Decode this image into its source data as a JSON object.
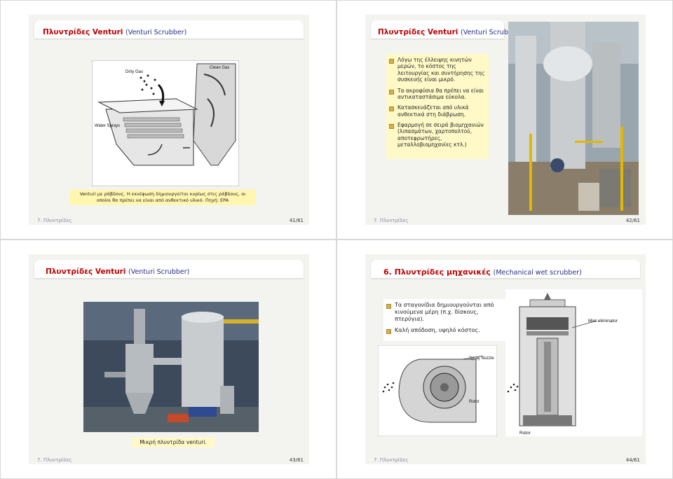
{
  "slides": [
    {
      "title_main": "Πλυντρίδες Venturi",
      "title_sub": "(Venturi Scrubber)",
      "diagram_labels": {
        "dirty_gas": "Dirty Gas",
        "clean_gas": "Clean Gas",
        "water_sprays": "Water Sprays"
      },
      "caption": "Venturi με ράβδους. Η εκνέφωση δημιουργείται κυρίως στις ράβδους, οι οποίοι θα πρέπει να είναι από ανθεκτικό υλικό. Πηγή: EPA",
      "footer_left": "7. Πλυντρίδες",
      "footer_right": "41/61"
    },
    {
      "title_main": "Πλυντρίδες Venturi",
      "title_sub": "(Venturi Scrubber)",
      "bullets": [
        "Λόγω της έλλειψης κινητών μερών, το κόστος της λειτουργίας και συντήρησης της συσκευής είναι μικρό.",
        "Τα ακροφύσια θα πρέπει να είναι αντικαταστάσιμα εύκολα.",
        "Κατασκευάζεται από υλικά ανθεκτικά στη διάβρωση.",
        "Εφαρμογή σε σειρά βιομηχανιών (λιπασμάτων, χαρτοπολτού, αποτεφρωτήρες, μεταλλοβιομηχανίες κτλ.)"
      ],
      "footer_left": "7. Πλυντρίδες",
      "footer_right": "42/61"
    },
    {
      "title_main": "Πλυντρίδες Venturi",
      "title_sub": "(Venturi Scrubber)",
      "caption": "Μικρή πλυντρίδα venturi.",
      "footer_left": "7. Πλυντρίδες",
      "footer_right": "43/61"
    },
    {
      "title_main": "6. Πλυντρίδες μηχανικές",
      "title_sub": "(Mechanical wet scrubber)",
      "bullets": [
        "Τα σταγονίδια δημιουργούνται από κινούμενα μέρη (π.χ. δίσκους, πτερύγια).",
        "Καλή απόδοση, υψηλό κόστος."
      ],
      "diagram_labels": {
        "spray_nozzle": "Spray Nozzle",
        "rotor_small": "Rotor",
        "mist_eliminator": "Mist eliminator",
        "rotor_large": "Rotor"
      },
      "footer_left": "7. Πλυντρίδες",
      "footer_right": "44/61"
    }
  ]
}
